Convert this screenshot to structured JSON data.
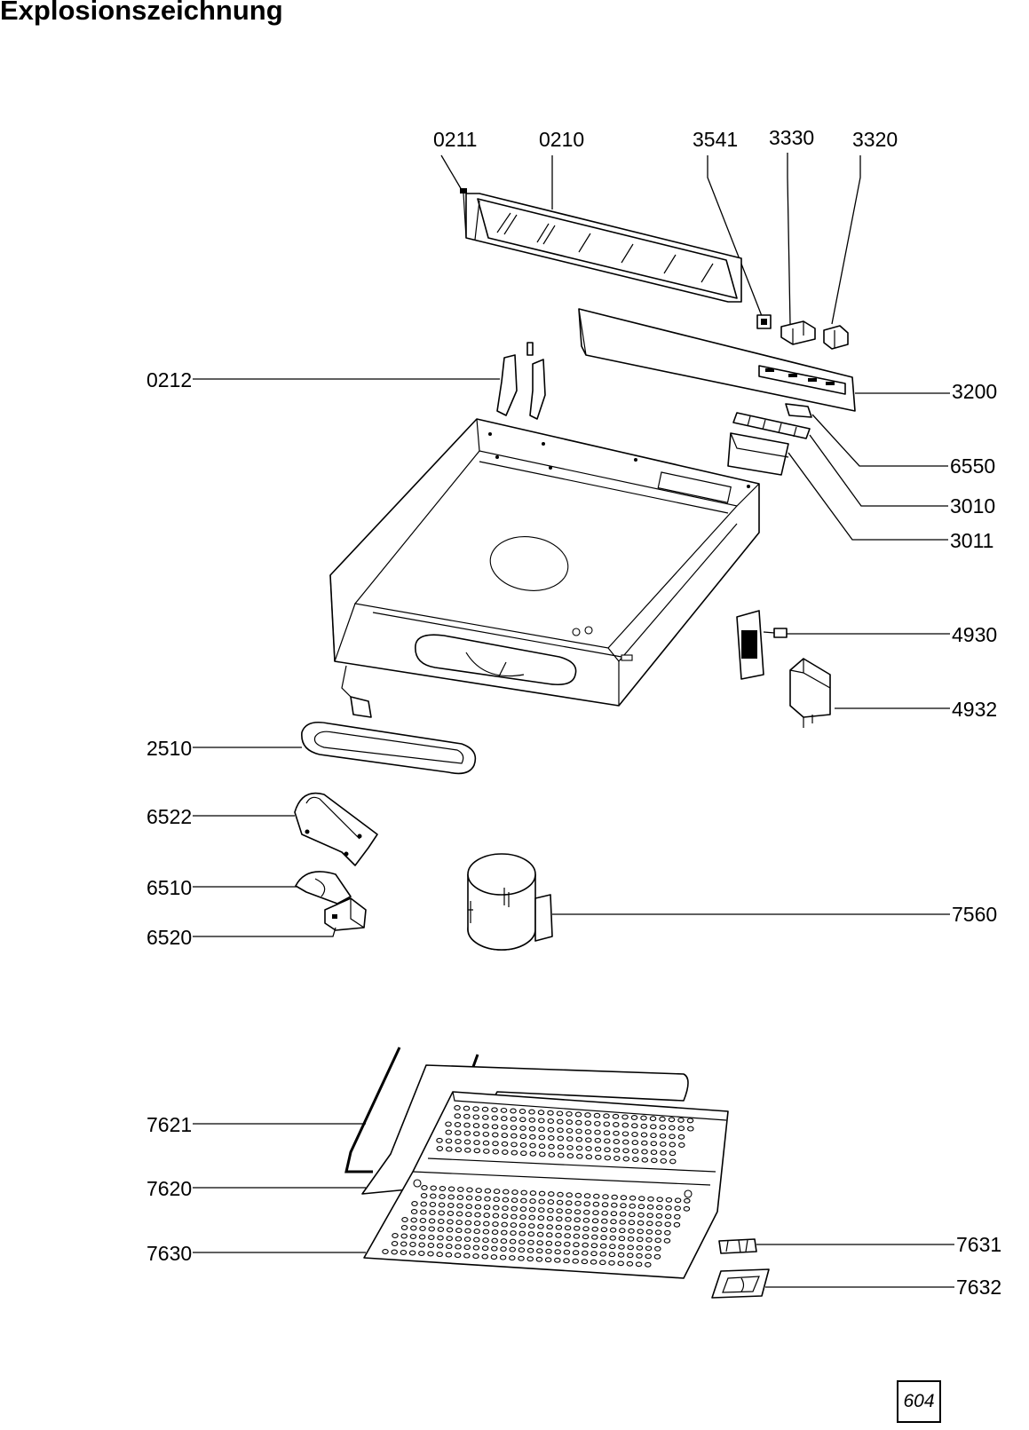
{
  "title": "Explosionszeichnung",
  "page_number": "604",
  "part_numbers": {
    "p0211": "0211",
    "p0210": "0210",
    "p3541": "3541",
    "p3330": "3330",
    "p3320": "3320",
    "p0212": "0212",
    "p3200": "3200",
    "p6550": "6550",
    "p3010": "3010",
    "p3011": "3011",
    "p4930": "4930",
    "p4932": "4932",
    "p2510": "2510",
    "p6522": "6522",
    "p6510": "6510",
    "p6520": "6520",
    "p7560": "7560",
    "p7621": "7621",
    "p7620": "7620",
    "p7630": "7630",
    "p7631": "7631",
    "p7632": "7632"
  }
}
